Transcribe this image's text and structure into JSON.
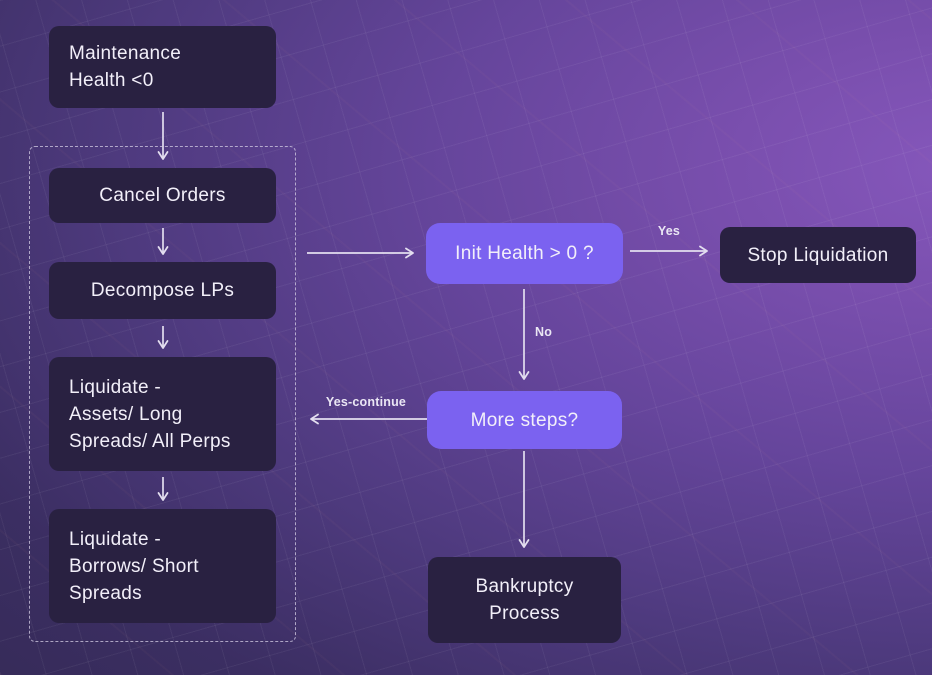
{
  "flowchart": {
    "nodes": {
      "maintenance": {
        "lines": [
          "Maintenance",
          "Health <0"
        ]
      },
      "cancel_orders": {
        "label": "Cancel Orders"
      },
      "decompose_lps": {
        "label": "Decompose LPs"
      },
      "liquidate_assets": {
        "lines": [
          "Liquidate -",
          "Assets/ Long",
          "Spreads/ All Perps"
        ]
      },
      "liquidate_borrows": {
        "lines": [
          "Liquidate -",
          "Borrows/ Short",
          "Spreads"
        ]
      },
      "init_health": {
        "label": "Init Health > 0 ?"
      },
      "stop_liquidation": {
        "label": "Stop Liquidation"
      },
      "more_steps": {
        "label": "More steps?"
      },
      "bankruptcy": {
        "lines": [
          "Bankruptcy",
          "Process"
        ]
      }
    },
    "edge_labels": {
      "yes": "Yes",
      "no": "No",
      "yes_continue": "Yes-continue"
    },
    "colors": {
      "dark_node": "#292141",
      "accent_node": "#7B62F0",
      "node_text": "#F2EFF9",
      "edge_line": "#E3DEEF",
      "background_dark": "#342A55",
      "background_light": "#8557BB"
    }
  }
}
